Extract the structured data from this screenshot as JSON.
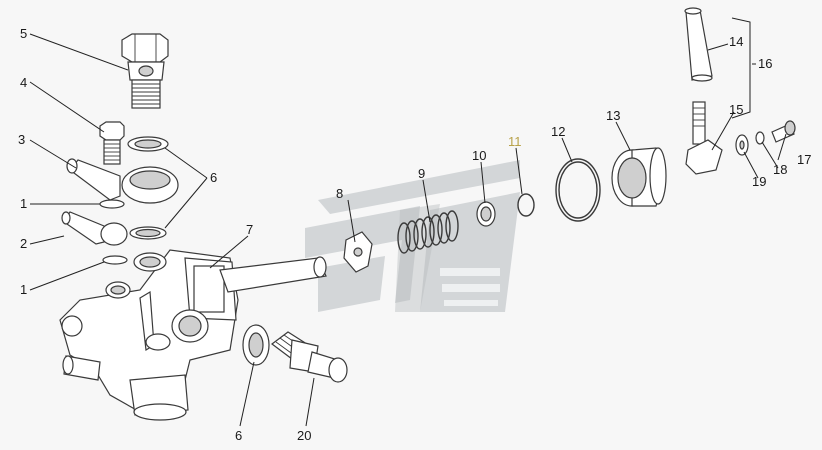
{
  "diagram": {
    "watermark_color": "#d3d6d8",
    "watermark_accent": "#b9bdbf",
    "callouts": [
      {
        "id": "c1a",
        "text": "1"
      },
      {
        "id": "c1b",
        "text": "1"
      },
      {
        "id": "c2",
        "text": "2"
      },
      {
        "id": "c3",
        "text": "3"
      },
      {
        "id": "c4",
        "text": "4"
      },
      {
        "id": "c5",
        "text": "5"
      },
      {
        "id": "c6a",
        "text": "6"
      },
      {
        "id": "c6b",
        "text": "6"
      },
      {
        "id": "c7",
        "text": "7"
      },
      {
        "id": "c8",
        "text": "8"
      },
      {
        "id": "c9",
        "text": "9"
      },
      {
        "id": "c10",
        "text": "10"
      },
      {
        "id": "c11",
        "text": "11"
      },
      {
        "id": "c12",
        "text": "12"
      },
      {
        "id": "c13",
        "text": "13"
      },
      {
        "id": "c14",
        "text": "14"
      },
      {
        "id": "c15",
        "text": "15"
      },
      {
        "id": "c16",
        "text": "16"
      },
      {
        "id": "c17",
        "text": "17"
      },
      {
        "id": "c18",
        "text": "18"
      },
      {
        "id": "c19",
        "text": "19"
      },
      {
        "id": "c20",
        "text": "20"
      }
    ]
  }
}
